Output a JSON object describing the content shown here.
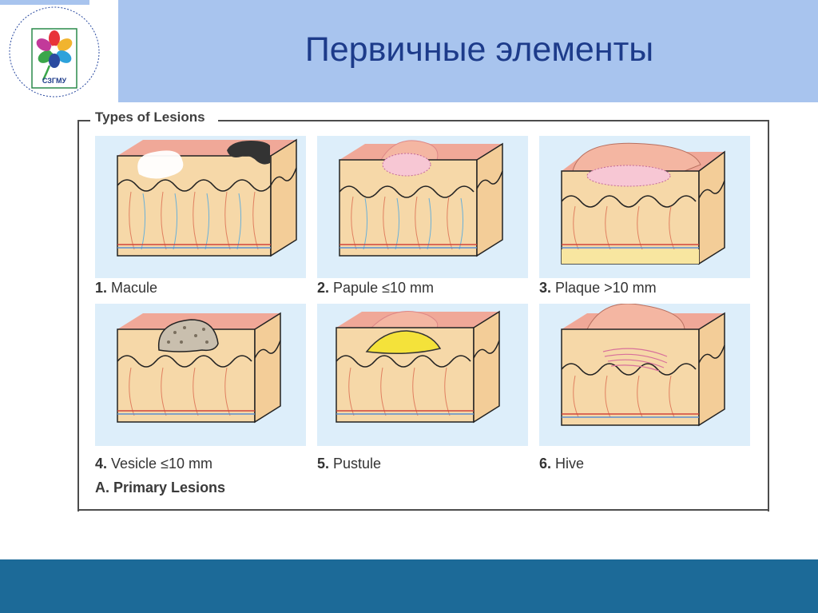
{
  "slide": {
    "title": "Первичные элементы"
  },
  "logo": {
    "name": "СЗГМУ"
  },
  "figure": {
    "title": "Types of Lesions",
    "section_label": "A. Primary Lesions",
    "panels": [
      {
        "number": "1.",
        "caption": "Macule"
      },
      {
        "number": "2.",
        "caption": "Papule ≤10 mm"
      },
      {
        "number": "3.",
        "caption": "Plaque >10 mm"
      },
      {
        "number": "4.",
        "caption": "Vesicle ≤10  mm"
      },
      {
        "number": "5.",
        "caption": "Pustule"
      },
      {
        "number": "6.",
        "caption": "Hive"
      }
    ]
  },
  "colors": {
    "header_band": "#a8c4ee",
    "title_text": "#1d3b8a",
    "footer_band": "#1c6a98",
    "skin_surface": "#f0a898",
    "dermis": "#f6d8a8",
    "pustule": "#f4e23a",
    "vesicle": "#c9bfae"
  }
}
